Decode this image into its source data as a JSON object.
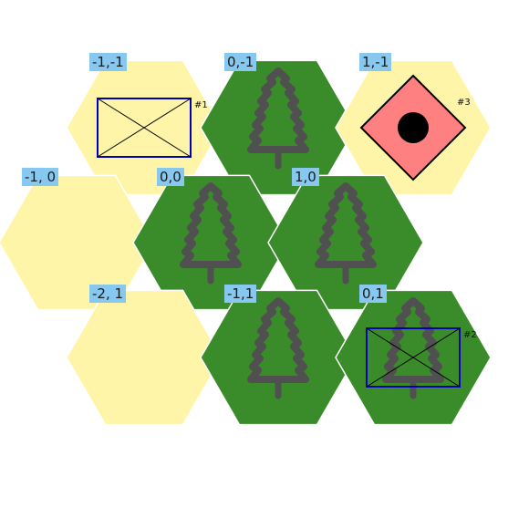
{
  "board": {
    "colors": {
      "sand": "#fff5a8",
      "forest": "#3a8c2a",
      "tree": "#505050",
      "hex_stroke": "#ffffff",
      "label_bg": "#87c8f0",
      "marker_blue": "#0000b4",
      "diamond_fill": "#ff8080"
    },
    "tiles": [
      {
        "name": "hex-tile-m1-m1",
        "coord": "-1,-1",
        "terrain": "sand"
      },
      {
        "name": "hex-tile-0-m1",
        "coord": "0,-1",
        "terrain": "forest"
      },
      {
        "name": "hex-tile-1-m1",
        "coord": "1,-1",
        "terrain": "sand"
      },
      {
        "name": "hex-tile-m1-0",
        "coord": "-1, 0",
        "terrain": "sand"
      },
      {
        "name": "hex-tile-0-0",
        "coord": "0,0",
        "terrain": "forest"
      },
      {
        "name": "hex-tile-1-0",
        "coord": "1,0",
        "terrain": "forest"
      },
      {
        "name": "hex-tile-m2-1",
        "coord": "-2, 1",
        "terrain": "sand"
      },
      {
        "name": "hex-tile-m1-1",
        "coord": "-1,1",
        "terrain": "forest"
      },
      {
        "name": "hex-tile-0-1",
        "coord": "0,1",
        "terrain": "forest"
      }
    ],
    "units": [
      {
        "name": "unit-1",
        "tag": "#1",
        "type": "crossed-box",
        "on": "-1,-1"
      },
      {
        "name": "unit-2",
        "tag": "#2",
        "type": "crossed-box",
        "on": "0,1"
      },
      {
        "name": "unit-3",
        "tag": "#3",
        "type": "diamond-dot",
        "on": "1,-1"
      }
    ]
  }
}
